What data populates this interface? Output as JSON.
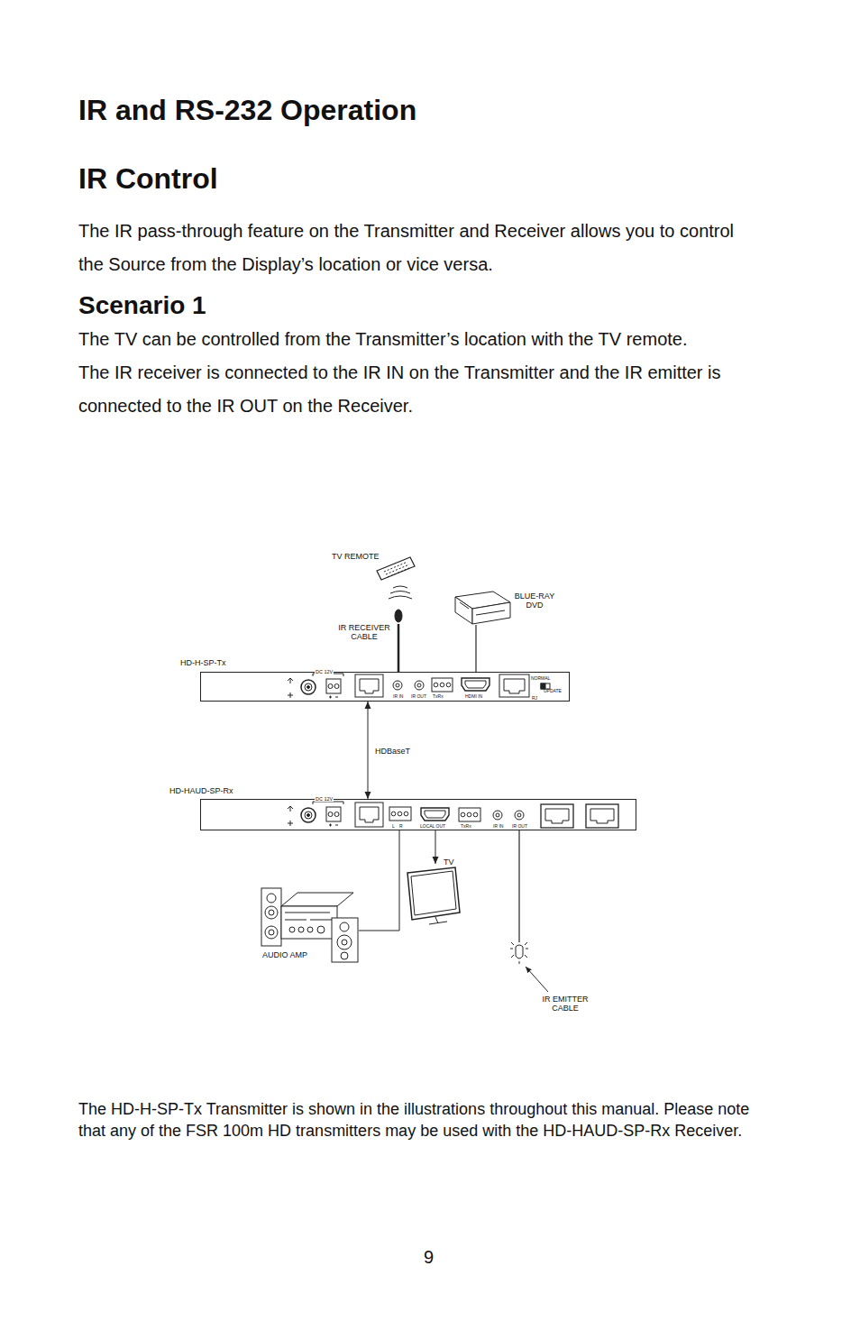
{
  "diagram": {
    "title": "IR and RS-232 Operation",
    "nodes": [
      {
        "text": [
          "TV REMOTE"
        ]
      },
      {
        "text": [
          "BLUE-RAY DVD"
        ]
      },
      {
        "text": [
          "HD-H-SP-Tx",
          "DC 12V",
          "IR IN",
          "IR OUT",
          "TxRx",
          "HDMI IN",
          "NORMAL",
          "UPDATE",
          "RJ"
        ]
      },
      {
        "text": [
          "HD-HAUD-SP-Rx",
          "DC 12V",
          "L",
          "R",
          "LOCAL OUT",
          "TxRx",
          "IR IN",
          "IR OUT"
        ]
      },
      {
        "text": [
          "TV"
        ]
      },
      {
        "text": [
          "AUDIO AMP"
        ]
      },
      {
        "text": [
          "IR EMITTER CABLE"
        ]
      }
    ],
    "edges": [
      {
        "from": 0,
        "to": 2,
        "arrow": "none",
        "label": "IR RECEIVER CABLE"
      },
      {
        "from": 1,
        "to": 2,
        "arrow": "none"
      },
      {
        "from": 2,
        "to": 3,
        "arrow": "both",
        "label": "HDBaseT"
      },
      {
        "from": 3,
        "to": 4,
        "arrow": "to"
      },
      {
        "from": 3,
        "to": 5,
        "arrow": "none"
      },
      {
        "from": 3,
        "to": 6,
        "arrow": "none"
      }
    ],
    "labels": [
      "IR Control",
      "The IR pass-through feature on the Transmitter and Receiver allows you to control the Source from the Display’s location or vice versa.",
      "Scenario 1",
      "The TV can be controlled from the Transmitter’s location with the TV remote.",
      "The IR receiver is connected to the IR IN on the Transmitter and the IR emitter is connected to the IR OUT on the Receiver.",
      "The HD-H-SP-Tx Transmitter is shown in the illustrations throughout this manual. Please note that any of the FSR 100m HD transmitters may be used with the HD-HAUD-SP-Rx Receiver.",
      "9"
    ]
  }
}
